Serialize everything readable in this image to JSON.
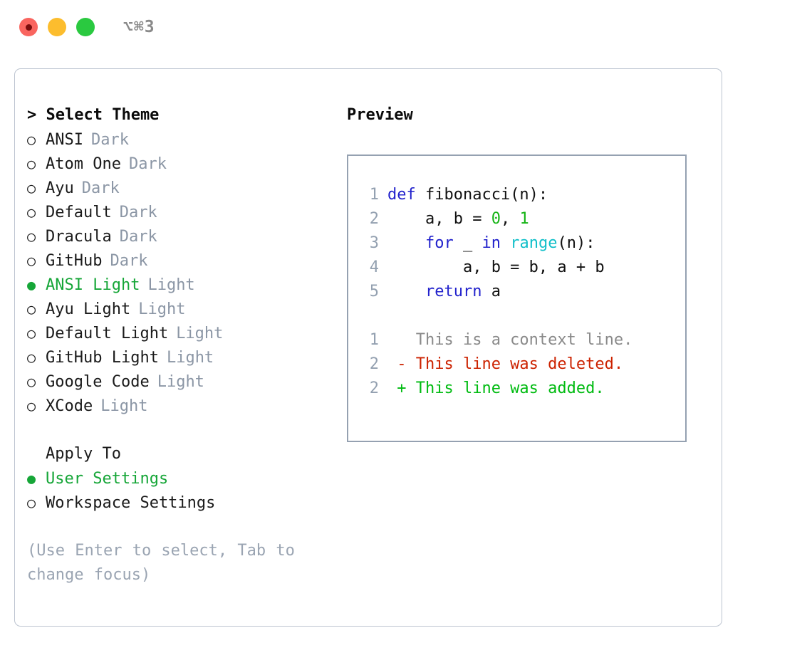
{
  "titlebar": {
    "shortcut": "⌥⌘3",
    "buttons": [
      {
        "name": "close",
        "color": "#f9655f"
      },
      {
        "name": "minimize",
        "color": "#fcbd2e"
      },
      {
        "name": "maximize",
        "color": "#2ac940"
      }
    ]
  },
  "theme_panel": {
    "header": "> Select Theme",
    "items": [
      {
        "label": "ANSI",
        "variant": "Dark",
        "selected": false,
        "marker": "○"
      },
      {
        "label": "Atom One",
        "variant": "Dark",
        "selected": false,
        "marker": "○"
      },
      {
        "label": "Ayu",
        "variant": "Dark",
        "selected": false,
        "marker": "○"
      },
      {
        "label": "Default",
        "variant": "Dark",
        "selected": false,
        "marker": "○"
      },
      {
        "label": "Dracula",
        "variant": "Dark",
        "selected": false,
        "marker": "○"
      },
      {
        "label": "GitHub",
        "variant": "Dark",
        "selected": false,
        "marker": "○"
      },
      {
        "label": "ANSI Light",
        "variant": "Light",
        "selected": true,
        "marker": "●"
      },
      {
        "label": "Ayu Light",
        "variant": "Light",
        "selected": false,
        "marker": "○"
      },
      {
        "label": "Default Light",
        "variant": "Light",
        "selected": false,
        "marker": "○"
      },
      {
        "label": "GitHub Light",
        "variant": "Light",
        "selected": false,
        "marker": "○"
      },
      {
        "label": "Google Code",
        "variant": "Light",
        "selected": false,
        "marker": "○"
      },
      {
        "label": "XCode",
        "variant": "Light",
        "selected": false,
        "marker": "○"
      }
    ]
  },
  "apply_to": {
    "header": "Apply To",
    "items": [
      {
        "label": "User Settings",
        "selected": true,
        "marker": "●"
      },
      {
        "label": "Workspace Settings",
        "selected": false,
        "marker": "○"
      }
    ]
  },
  "hint": "(Use Enter to select, Tab to change focus)",
  "preview": {
    "header": "Preview",
    "code_lines": [
      {
        "no": "1",
        "tokens": [
          {
            "t": "def ",
            "c": "kw"
          },
          {
            "t": "fibonacci(n):",
            "c": "txt"
          }
        ]
      },
      {
        "no": "2",
        "tokens": [
          {
            "t": "    a, b = ",
            "c": "txt"
          },
          {
            "t": "0",
            "c": "num"
          },
          {
            "t": ", ",
            "c": "txt"
          },
          {
            "t": "1",
            "c": "num"
          }
        ]
      },
      {
        "no": "3",
        "tokens": [
          {
            "t": "    ",
            "c": "txt"
          },
          {
            "t": "for",
            "c": "kw"
          },
          {
            "t": " _ ",
            "c": "txt"
          },
          {
            "t": "in",
            "c": "kw"
          },
          {
            "t": " ",
            "c": "txt"
          },
          {
            "t": "range",
            "c": "fn"
          },
          {
            "t": "(n):",
            "c": "txt"
          }
        ]
      },
      {
        "no": "4",
        "tokens": [
          {
            "t": "        a, b = b, a + b",
            "c": "txt"
          }
        ]
      },
      {
        "no": "5",
        "tokens": [
          {
            "t": "    ",
            "c": "txt"
          },
          {
            "t": "return",
            "c": "kw"
          },
          {
            "t": " a",
            "c": "txt"
          }
        ]
      }
    ],
    "diff_lines": [
      {
        "no": "1",
        "sign": " ",
        "text": " This is a context line.",
        "kind": "ctx"
      },
      {
        "no": "2",
        "sign": "-",
        "text": " This line was deleted.",
        "kind": "del"
      },
      {
        "no": "2",
        "sign": "+",
        "text": " This line was added.",
        "kind": "add"
      }
    ]
  },
  "colors": {
    "accent_green": "#16a638",
    "muted": "#8b96a5",
    "keyword_blue": "#2222cc",
    "function_cyan": "#11bfc9",
    "number_green": "#16b416",
    "diff_delete_red": "#cc2200",
    "diff_add_green": "#00bb11",
    "panel_border": "#95a1b1",
    "window_border": "#bcc4d0"
  }
}
